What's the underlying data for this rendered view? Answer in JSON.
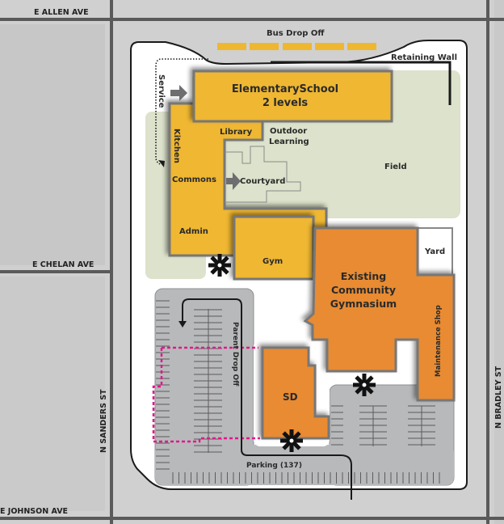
{
  "streets": {
    "allen": "E ALLEN AVE",
    "chelan": "E CHELAN AVE",
    "johnson": "E JOHNSON AVE",
    "sanders": "N SANDERS ST",
    "bradley": "N BRADLEY ST"
  },
  "labels": {
    "bus_drop_off": "Bus Drop Off",
    "retaining_wall": "Retaining Wall",
    "service": "Service",
    "elementary_line1": "ElementarySchool",
    "elementary_line2": "2 levels",
    "library": "Library",
    "outdoor_line1": "Outdoor",
    "outdoor_line2": "Learning",
    "kitchen": "Kitchen",
    "commons": "Commons",
    "courtyard": "Courtyard",
    "field": "Field",
    "admin": "Admin",
    "gym": "Gym",
    "yard": "Yard",
    "existing_line1": "Existing",
    "existing_line2": "Community",
    "existing_line3": "Gymnasium",
    "maintenance": "Maintenance Shop",
    "parent_drop_off": "Parent Drop Off",
    "sd": "SD",
    "parking": "Parking (137)"
  },
  "colors": {
    "new_building": "#efb730",
    "existing_building": "#e88b31",
    "field": "#dce2cb",
    "parking": "#b8b9bb",
    "drop_off_path": "#e3198c"
  }
}
